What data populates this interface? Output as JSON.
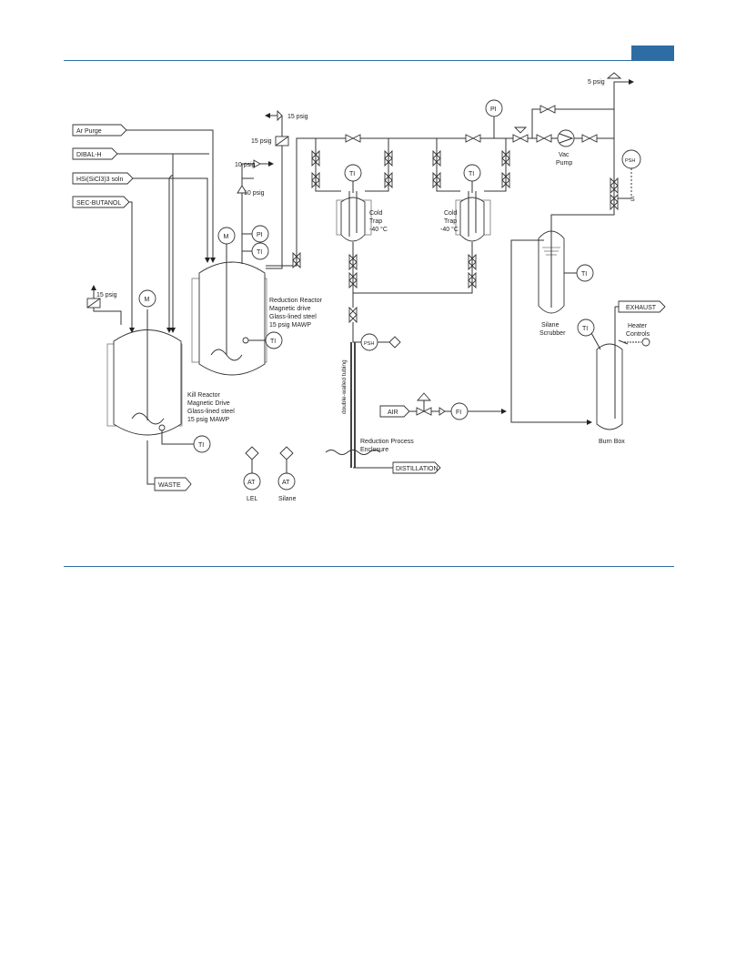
{
  "header": {
    "accent": "#2e6da4"
  },
  "sources": {
    "ar_purge": "Ar Purge",
    "dibal": "DIBAL-H",
    "hsi": "HSi(SiCl3)3 soln",
    "sec_butanol": "SEC-BUTANOL"
  },
  "reliefs": {
    "kill_15": "15 psig",
    "top_15": "15 psig",
    "left_15": "15 psig",
    "rr_10a": "10 psig",
    "rr_10b": "10 psig",
    "vent_5": "5 psig"
  },
  "instruments": {
    "m": "M",
    "pi": "PI",
    "ti": "TI",
    "psh": "PSH",
    "fi": "FI",
    "at": "AT"
  },
  "reduction_reactor": [
    "Reduction Reactor",
    "Magnetic drive",
    "Glass-lined steel",
    "15 psig MAWP"
  ],
  "kill_reactor": [
    "Kill Reactor",
    "Magnetic Drive",
    "Glass-lined steel",
    "15 psig MAWP"
  ],
  "cold_trap": [
    "Cold",
    "Trap",
    "-40 °C"
  ],
  "vac_pump": [
    "Vac",
    "Pump"
  ],
  "scrubber": [
    "Silane",
    "Scrubber"
  ],
  "heater": [
    "Heater",
    "Controls"
  ],
  "burn_box": "Burn Box",
  "streams": {
    "exhaust": "EXHAUST",
    "air": "AIR",
    "distillation": "DISTILLATION",
    "waste": "WASTE"
  },
  "tubing": "double-walled tubing",
  "enclosure": [
    "Reduction Process",
    "Enclosure"
  ],
  "at_labels": [
    "LEL",
    "Silane"
  ],
  "psh_s": "S"
}
